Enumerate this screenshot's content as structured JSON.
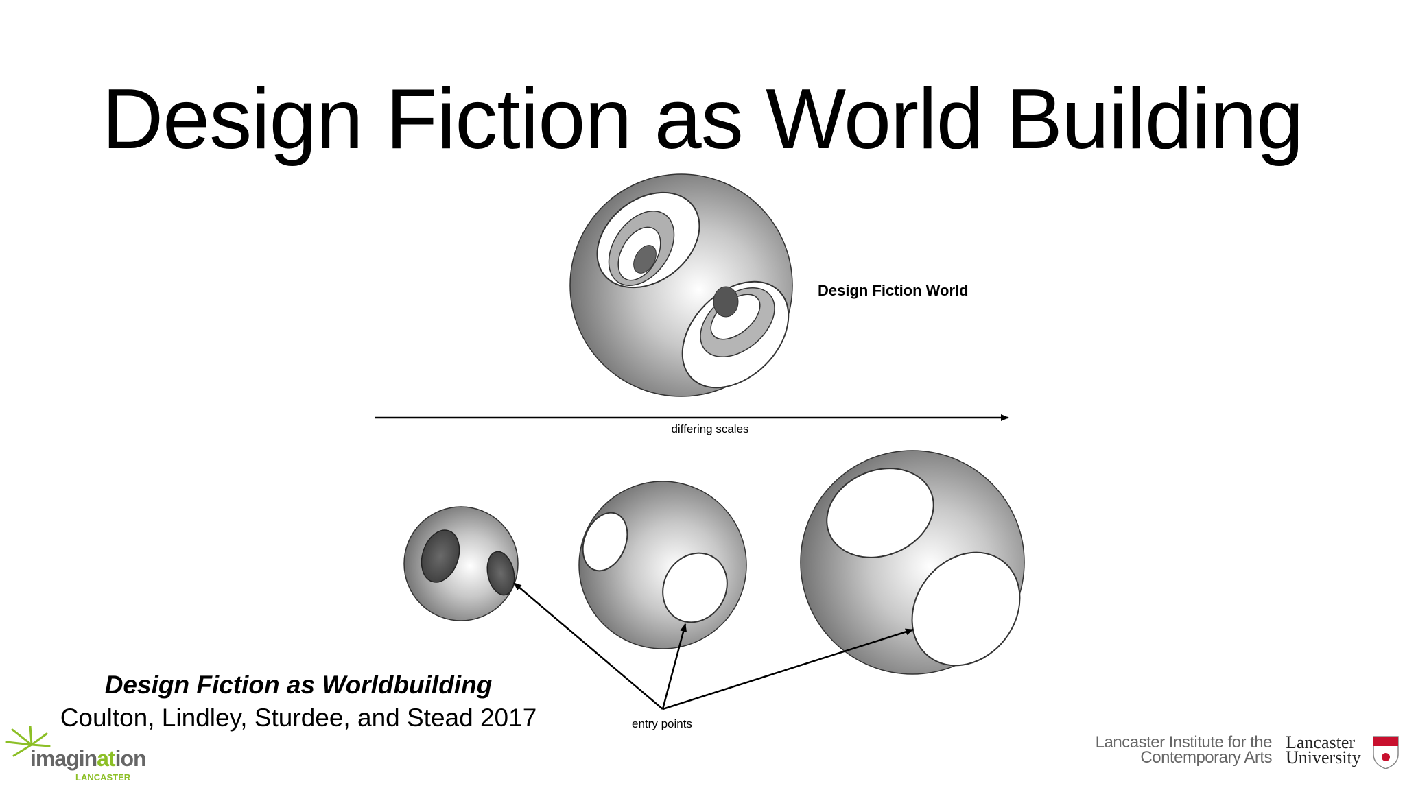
{
  "slide": {
    "title": "Design Fiction as World Building"
  },
  "diagram": {
    "world_label": "Design Fiction World",
    "scale_label": "differing scales",
    "entry_label": "entry points"
  },
  "citation": {
    "title": "Design Fiction as Worldbuilding",
    "authors": "Coulton, Lindley, Sturdee, and Stead 2017"
  },
  "logos": {
    "imagination_prefix": "imagin",
    "imagination_accent": "at",
    "imagination_suffix": "ion",
    "imagination_sub": "LANCASTER",
    "lica_line1": "Lancaster Institute for the",
    "lica_line2": "Contemporary Arts",
    "lu_line1": "Lancaster",
    "lu_line2": "University"
  },
  "colors": {
    "accent_green": "#8cbf26",
    "crest_red": "#c8102e"
  }
}
